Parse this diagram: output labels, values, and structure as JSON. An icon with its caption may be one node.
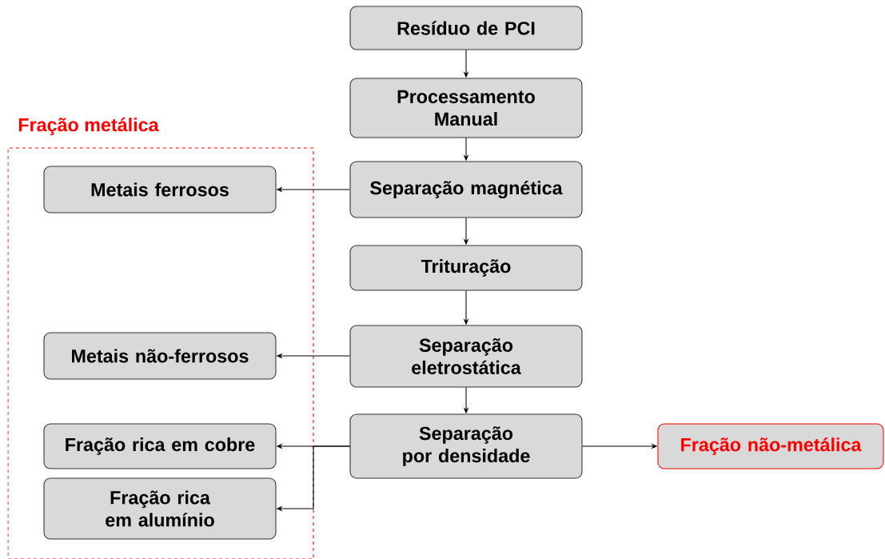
{
  "diagram": {
    "nodes": [
      {
        "text": [
          "Fração metálica"
        ]
      },
      {
        "text": [
          "Resíduo de PCI"
        ]
      },
      {
        "text": [
          "Processamento Manual"
        ]
      },
      {
        "text": [
          "Separação magnética"
        ]
      },
      {
        "text": [
          "Metais ferrosos"
        ],
        "in": 0
      },
      {
        "text": [
          "Trituração"
        ]
      },
      {
        "text": [
          "Separação eletrostática"
        ]
      },
      {
        "text": [
          "Metais não-ferrosos"
        ],
        "in": 0
      },
      {
        "text": [
          "Separação por densidade"
        ]
      },
      {
        "text": [
          "Fração rica em cobre"
        ],
        "in": 0
      },
      {
        "text": [
          "Fração rica em alumínio"
        ],
        "in": 0
      },
      {
        "text": [
          "Fração não-metálica"
        ]
      }
    ],
    "edges": [
      {
        "from": 1,
        "to": 2,
        "arrow": "to"
      },
      {
        "from": 2,
        "to": 3,
        "arrow": "to"
      },
      {
        "from": 3,
        "to": 4,
        "arrow": "to"
      },
      {
        "from": 3,
        "to": 5,
        "arrow": "to"
      },
      {
        "from": 5,
        "to": 6,
        "arrow": "to"
      },
      {
        "from": 6,
        "to": 7,
        "arrow": "to"
      },
      {
        "from": 6,
        "to": 8,
        "arrow": "to"
      },
      {
        "from": 8,
        "to": 9,
        "arrow": "to"
      },
      {
        "from": 8,
        "to": 10,
        "arrow": "to"
      },
      {
        "from": 8,
        "to": 11,
        "arrow": "to"
      }
    ]
  }
}
